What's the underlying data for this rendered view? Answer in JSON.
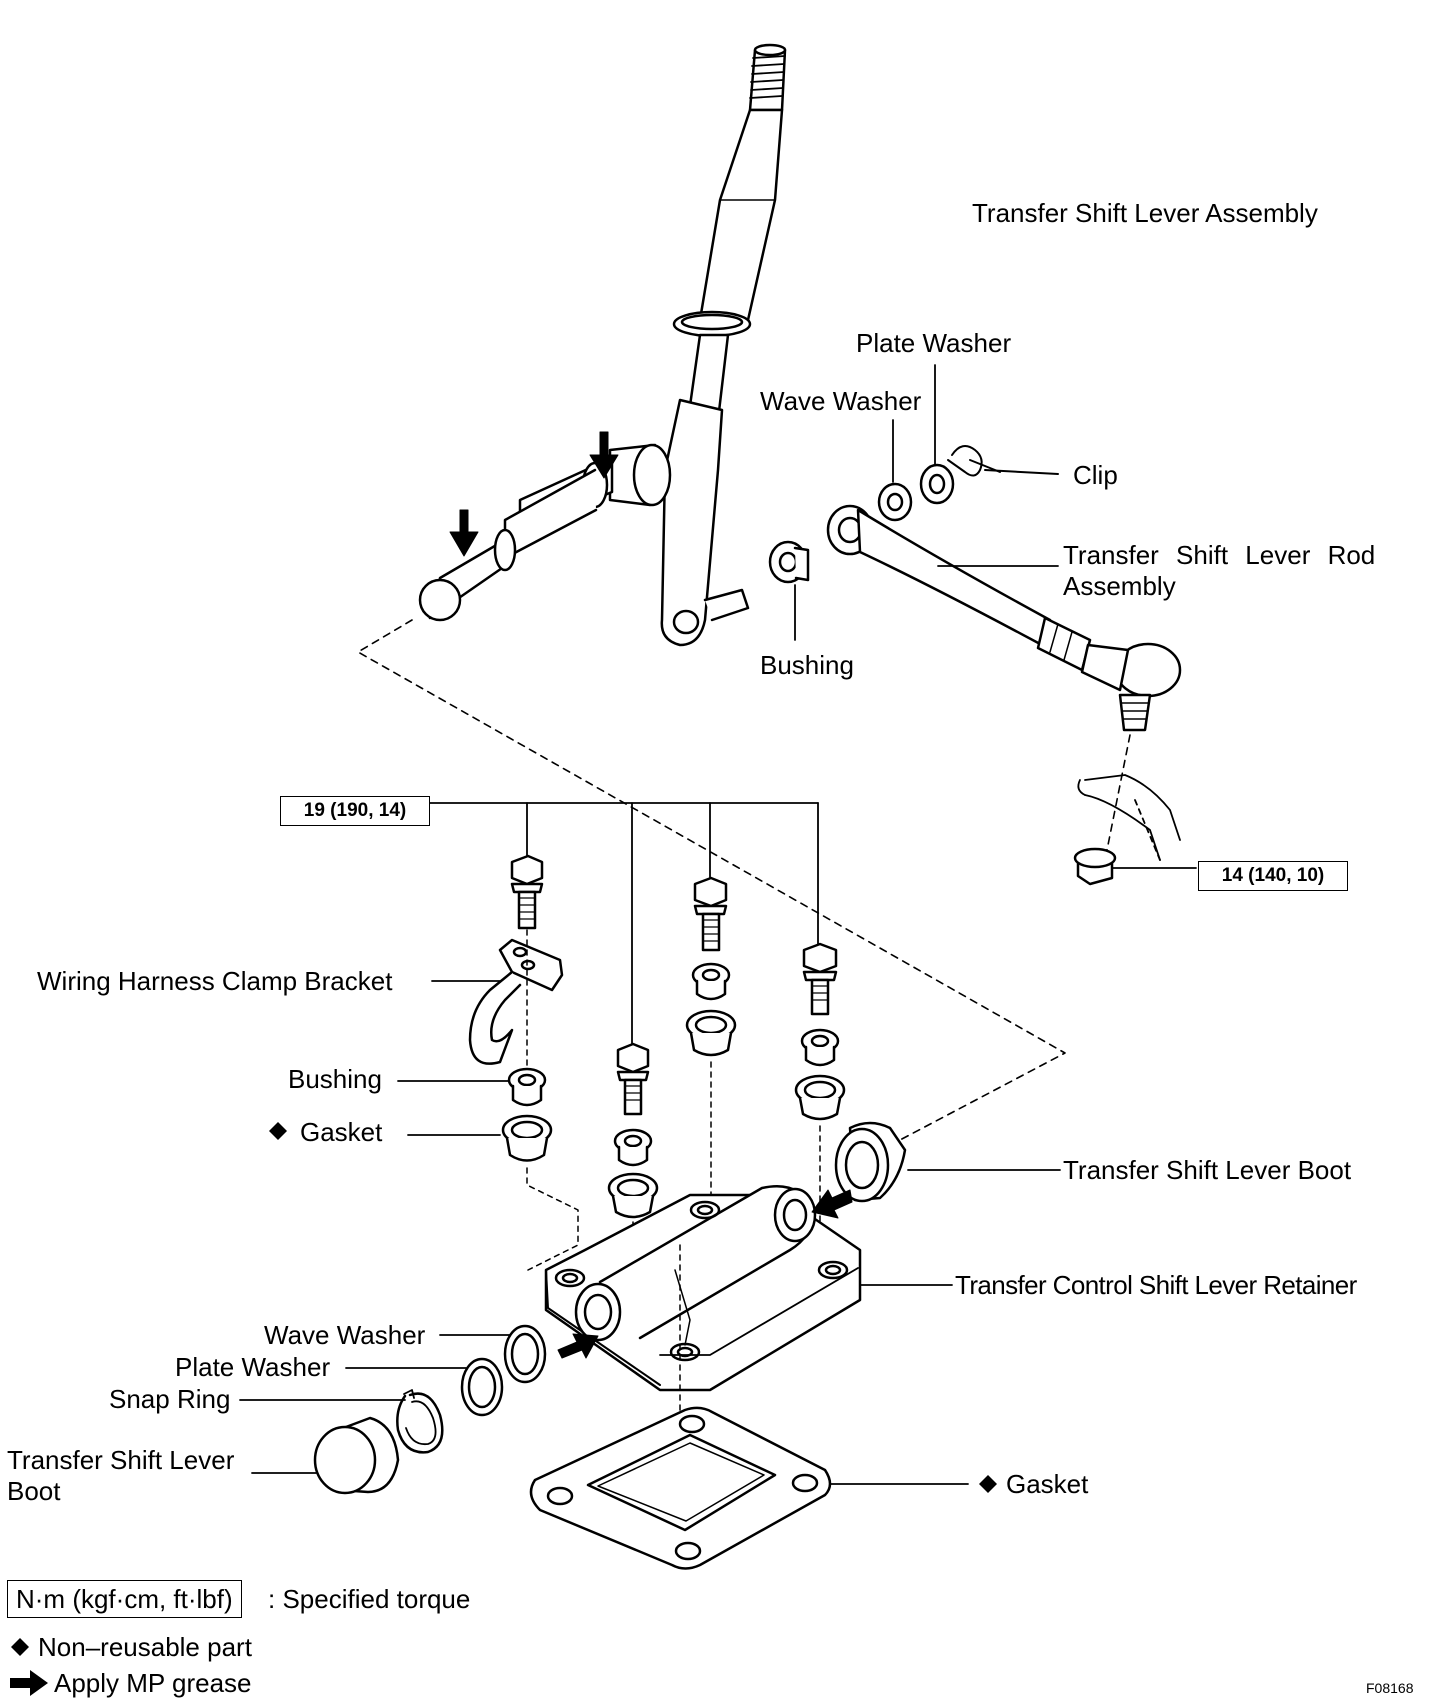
{
  "labels": {
    "shift_lever_assembly": "Transfer Shift Lever Assembly",
    "plate_washer_top": "Plate Washer",
    "wave_washer_top": "Wave Washer",
    "clip": "Clip",
    "rod_assembly_line1": "Transfer Shift Lever Rod",
    "rod_assembly_line2": "Assembly",
    "bushing_top": "Bushing",
    "wiring_bracket": "Wiring Harness Clamp Bracket",
    "bushing_mid": "Bushing",
    "gasket_mid": "Gasket",
    "boot_right": "Transfer Shift Lever Boot",
    "retainer": "Transfer Control Shift Lever Retainer",
    "wave_washer_bottom": "Wave Washer",
    "plate_washer_bottom": "Plate Washer",
    "snap_ring": "Snap Ring",
    "boot_left_line1": "Transfer Shift Lever",
    "boot_left_line2": "Boot",
    "gasket_bottom": "Gasket"
  },
  "torques": {
    "bolts": "19 (190, 14)",
    "nut": "14 (140, 10)"
  },
  "legend": {
    "torque_box": "N·m (kgf·cm, ft·lbf)",
    "torque_text": ": Specified torque",
    "non_reusable": "Non–reusable part",
    "grease": "Apply MP grease"
  },
  "figure_code": "F08168"
}
